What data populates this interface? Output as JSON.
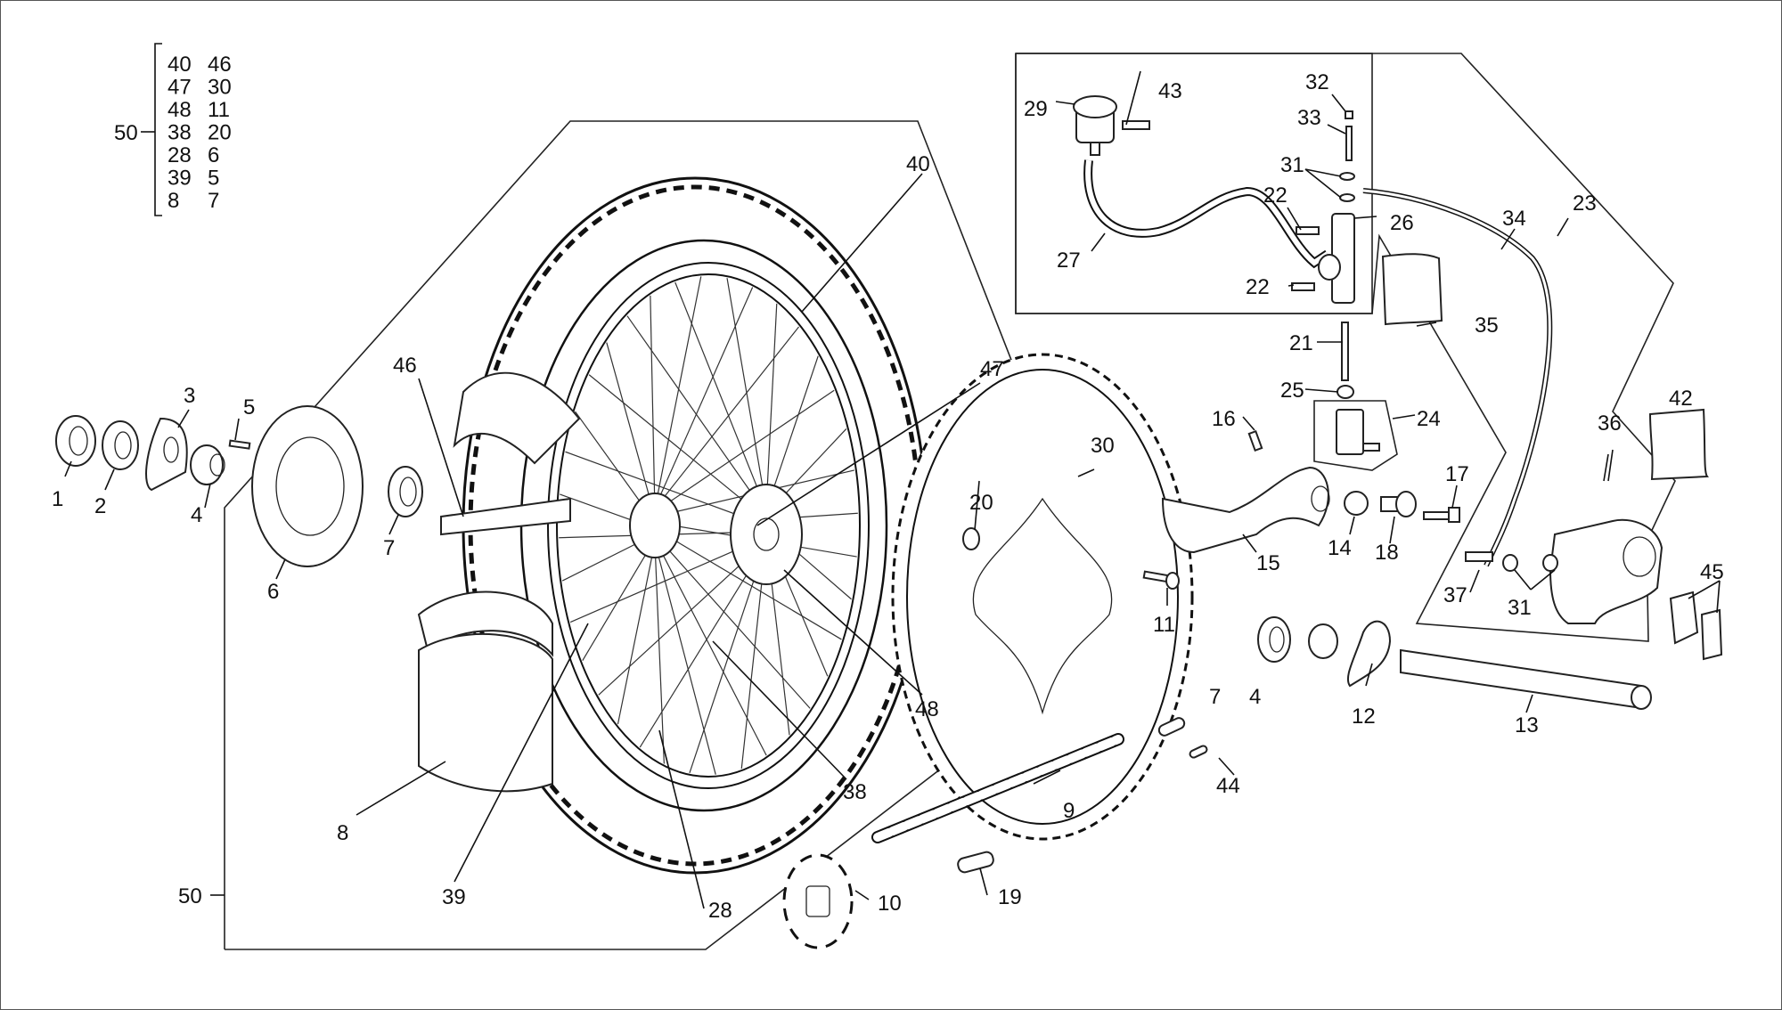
{
  "diagram": {
    "type": "exploded-parts-diagram",
    "subject": "rear wheel, brake and final drive assembly",
    "colors": {
      "line": "#111111",
      "background": "#ffffff"
    },
    "kit_50": {
      "label": "50",
      "includes_col1": [
        "40",
        "47",
        "48",
        "38",
        "28",
        "39",
        "8"
      ],
      "includes_col2": [
        "46",
        "30",
        "11",
        "20",
        "6",
        "5",
        "7"
      ]
    },
    "callouts": {
      "c1": "1",
      "c2": "2",
      "c3": "3",
      "c4a": "4",
      "c5": "5",
      "c6": "6",
      "c7a": "7",
      "c8": "8",
      "c9": "9",
      "c10": "10",
      "c11": "11",
      "c12": "12",
      "c13": "13",
      "c14": "14",
      "c15": "15",
      "c16": "16",
      "c17": "17",
      "c18": "18",
      "c19": "19",
      "c20": "20",
      "c21": "21",
      "c22a": "22",
      "c22b": "22",
      "c23": "23",
      "c24": "24",
      "c25": "25",
      "c26": "26",
      "c27": "27",
      "c28": "28",
      "c29": "29",
      "c30": "30",
      "c31a": "31",
      "c31b": "31",
      "c32": "32",
      "c33": "33",
      "c34": "34",
      "c35": "35",
      "c36": "36",
      "c37": "37",
      "c38": "38",
      "c39": "39",
      "c40": "40",
      "c42": "42",
      "c43": "43",
      "c44": "44",
      "c45": "45",
      "c46": "46",
      "c47": "47",
      "c48": "48",
      "c50": "50",
      "c4b": "4",
      "c7b": "7"
    }
  }
}
